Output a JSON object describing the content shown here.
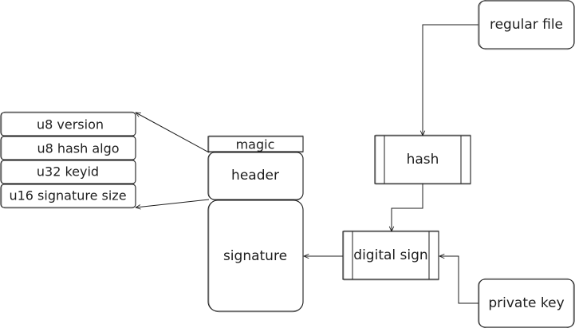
{
  "nodes": {
    "regular_file": "regular file",
    "hash": "hash",
    "digital_sign": "digital sign",
    "private_key": "private key",
    "magic": "magic",
    "header": "header",
    "signature": "signature"
  },
  "header_fields": [
    "u8 version",
    "u8 hash algo",
    "u32 keyid",
    "u16 signature size"
  ]
}
